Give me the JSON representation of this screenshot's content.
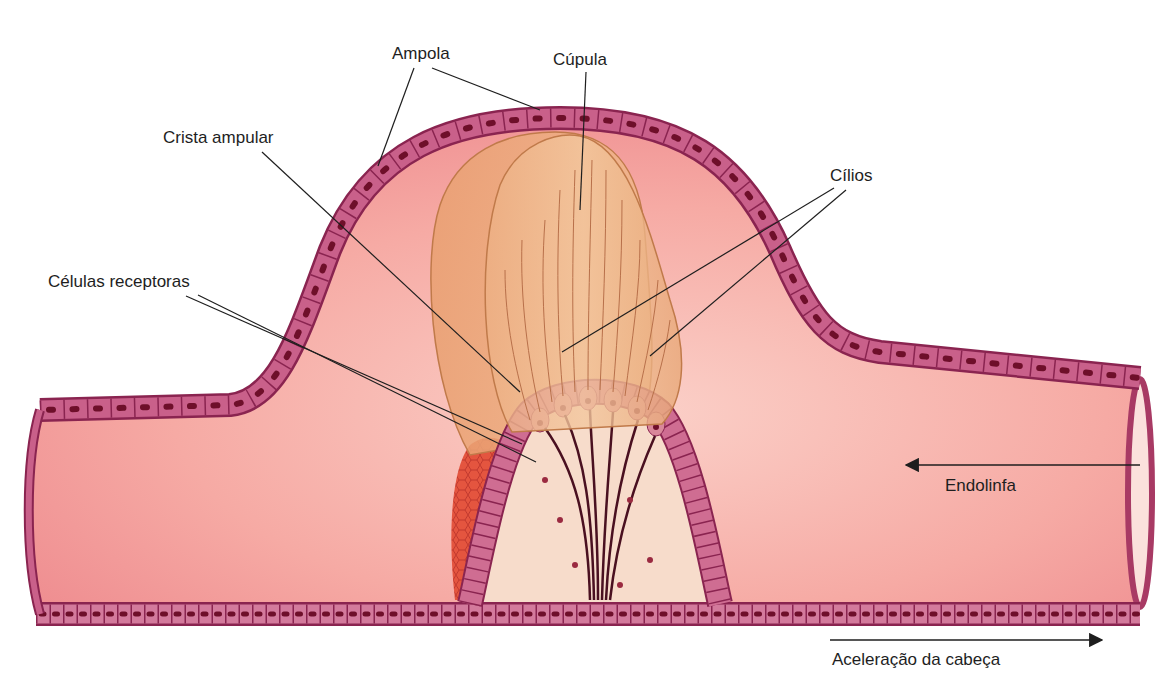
{
  "diagram": {
    "labels": [
      "Ampola",
      "Cúpula",
      "Crista ampular",
      "Cílios",
      "Células receptoras",
      "Endolinfa",
      "Aceleração da cabeça"
    ]
  }
}
